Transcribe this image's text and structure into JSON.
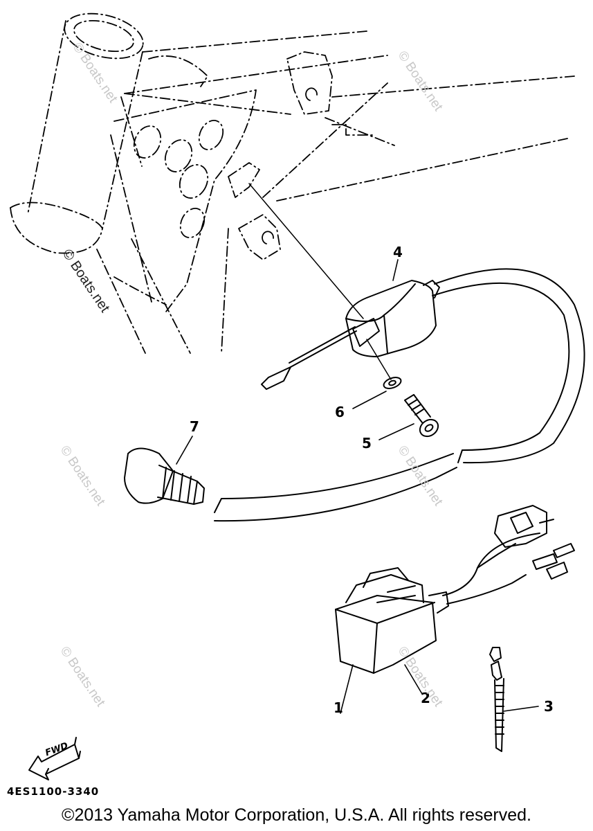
{
  "diagram": {
    "callouts": [
      {
        "id": "1",
        "label": "1"
      },
      {
        "id": "2",
        "label": "2"
      },
      {
        "id": "3",
        "label": "3"
      },
      {
        "id": "4",
        "label": "4"
      },
      {
        "id": "5",
        "label": "5"
      },
      {
        "id": "6",
        "label": "6"
      },
      {
        "id": "7",
        "label": "7"
      }
    ],
    "fwd_label": "FWD",
    "diagram_code": "4ES1100-3340",
    "watermark": "© Boats.net",
    "copyright": "©2013 Yamaha Motor Corporation, U.S.A. All rights reserved."
  }
}
